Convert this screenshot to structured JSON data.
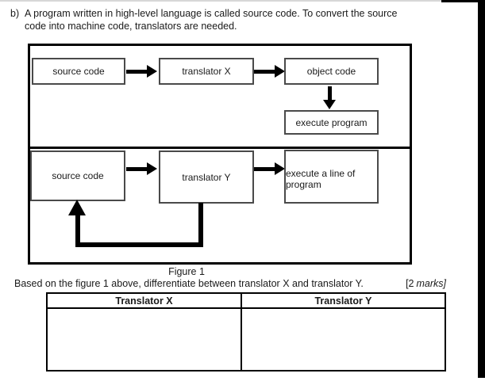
{
  "intro": {
    "label": "b)",
    "line1": "A program written in high-level language is called source code. To convert the source",
    "line2": "code into machine code, translators are needed."
  },
  "figure": {
    "caption": "Figure 1",
    "top_flow": {
      "source_code": "source code",
      "translator_x": "translator X",
      "object_code": "object code",
      "execute_program": "execute program"
    },
    "bottom_flow": {
      "source_code": "source code",
      "translator_y": "translator Y",
      "execute_line_1": "execute a line of",
      "execute_line_2": "program"
    }
  },
  "task": {
    "text": "Based on the figure 1 above, differentiate between translator X and translator Y.",
    "marks_prefix": "[2",
    "marks_word": "marks]"
  },
  "table": {
    "header_x": "Translator X",
    "header_y": "Translator Y"
  },
  "colors": {
    "ink": "#1a1a1a",
    "box_border": "#4a4a4a",
    "figure_border": "#000000",
    "background": "#ffffff"
  }
}
